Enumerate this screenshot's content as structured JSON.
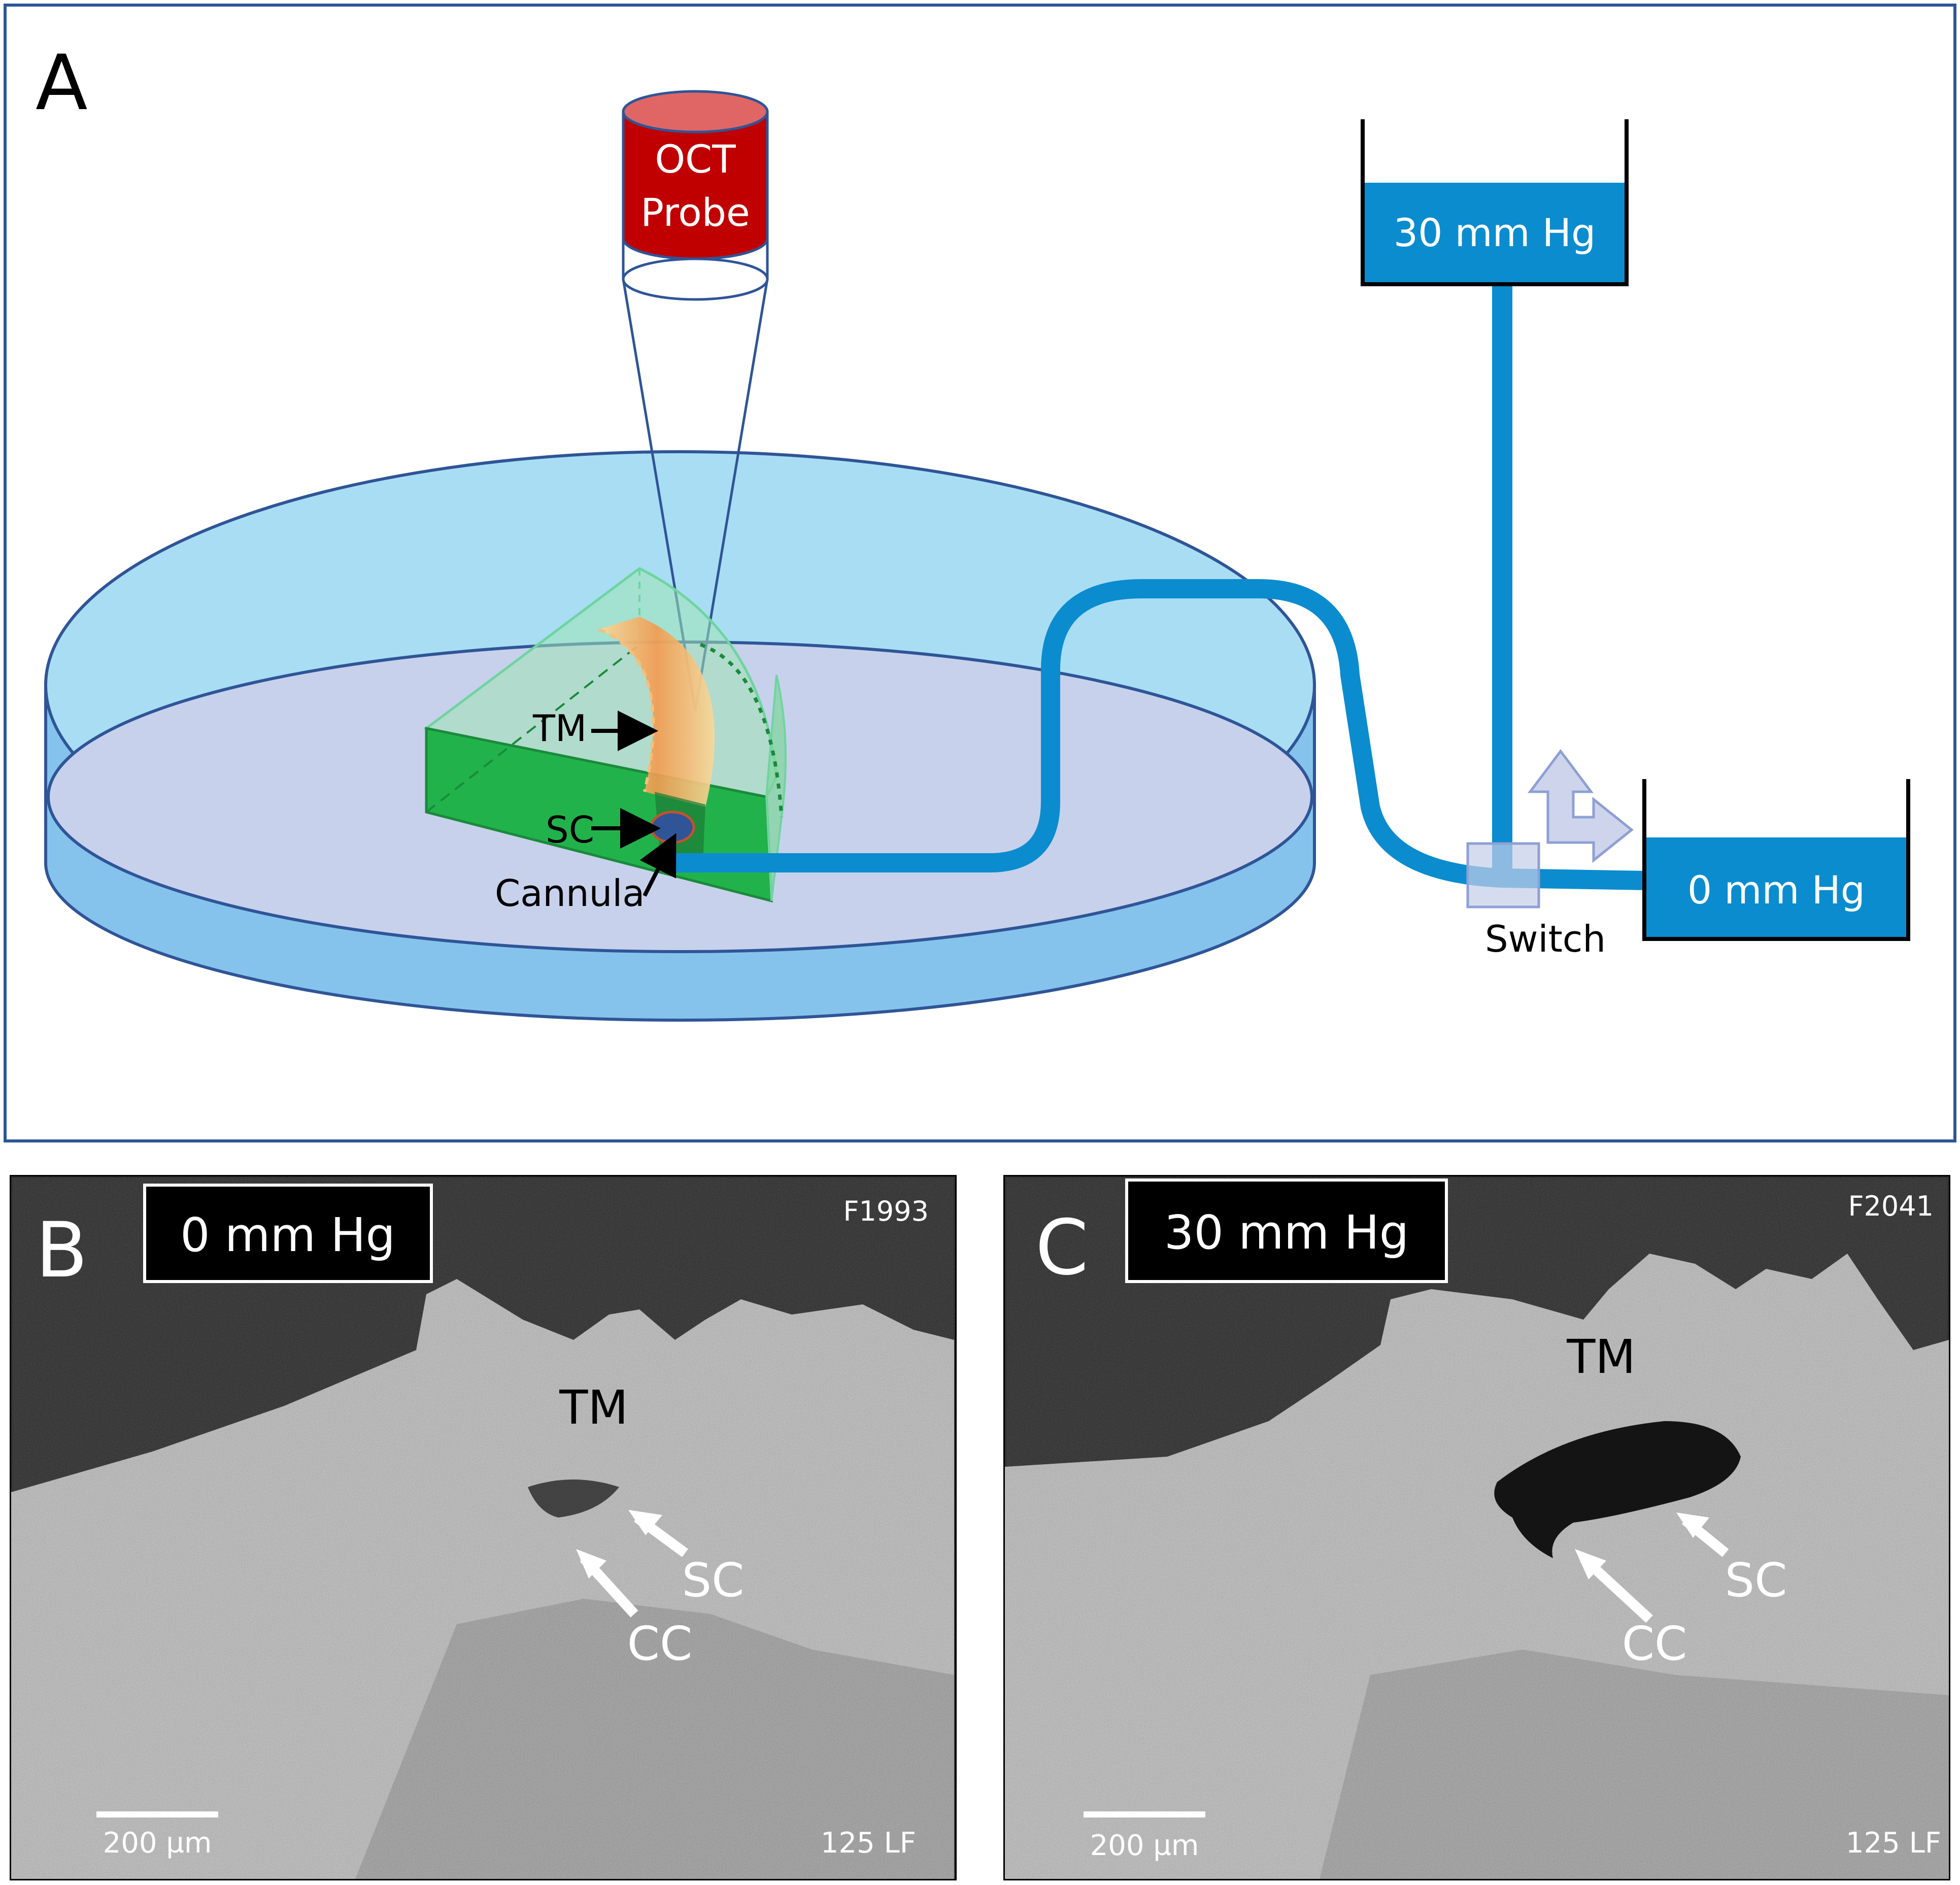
{
  "panel_a": {
    "letter": "A",
    "probe": {
      "line1": "OCT",
      "line2": "Probe"
    },
    "reservoir_high": "30 mm Hg",
    "reservoir_low": "0 mm Hg",
    "switch_label": "Switch",
    "tm_label": "TM",
    "sc_label": "SC",
    "cannula_label": "Cannula"
  },
  "panel_b": {
    "letter": "B",
    "pressure": "0 mm Hg",
    "frame_id": "F1993",
    "tm": "TM",
    "sc": "SC",
    "cc": "CC",
    "scale": "200 µm",
    "lf": "125 LF"
  },
  "panel_c": {
    "letter": "C",
    "pressure": "30 mm Hg",
    "frame_id": "F2041",
    "tm": "TM",
    "sc": "SC",
    "cc": "CC",
    "scale": "200 µm",
    "lf": "125 LF"
  },
  "colors": {
    "frame_blue": "#2f5597",
    "water_blue": "#0b8ccf",
    "probe_red": "#c00000",
    "tissue_green": "#22b24c",
    "tm_orange": "#f4a05a"
  }
}
